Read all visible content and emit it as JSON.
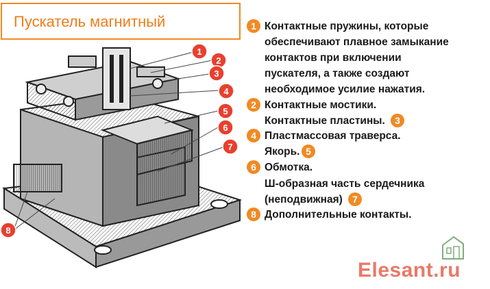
{
  "title": "Пускатель магнитный",
  "legend": [
    {
      "num": "1",
      "lines": [
        "Контактные пружины, которые",
        "обеспечивают плавное замыкание",
        "контактов при включении",
        "пускателя, а также создают",
        "необходимое усилие нажатия."
      ]
    },
    {
      "num": "2",
      "lines": [
        "Контактные мостики."
      ]
    },
    {
      "num": "3",
      "lines": [
        "Контактные пластины."
      ]
    },
    {
      "num": "4",
      "lines": [
        "Пластмассовая траверса."
      ]
    },
    {
      "num": "5",
      "lines": [
        "Якорь."
      ]
    },
    {
      "num": "6",
      "lines": [
        "Обмотка."
      ]
    },
    {
      "num": "7",
      "lines": [
        "Ш-образная часть сердечника",
        "(неподвижная)"
      ]
    },
    {
      "num": "8",
      "lines": [
        "Дополнительные контакты."
      ]
    }
  ],
  "diagram_labels": [
    "1",
    "2",
    "3",
    "4",
    "5",
    "6",
    "7",
    "8"
  ],
  "brand": "Elesant.ru",
  "colors": {
    "accent": "#f08a24",
    "callout": "#e8402f",
    "brand": "#e87a69"
  }
}
